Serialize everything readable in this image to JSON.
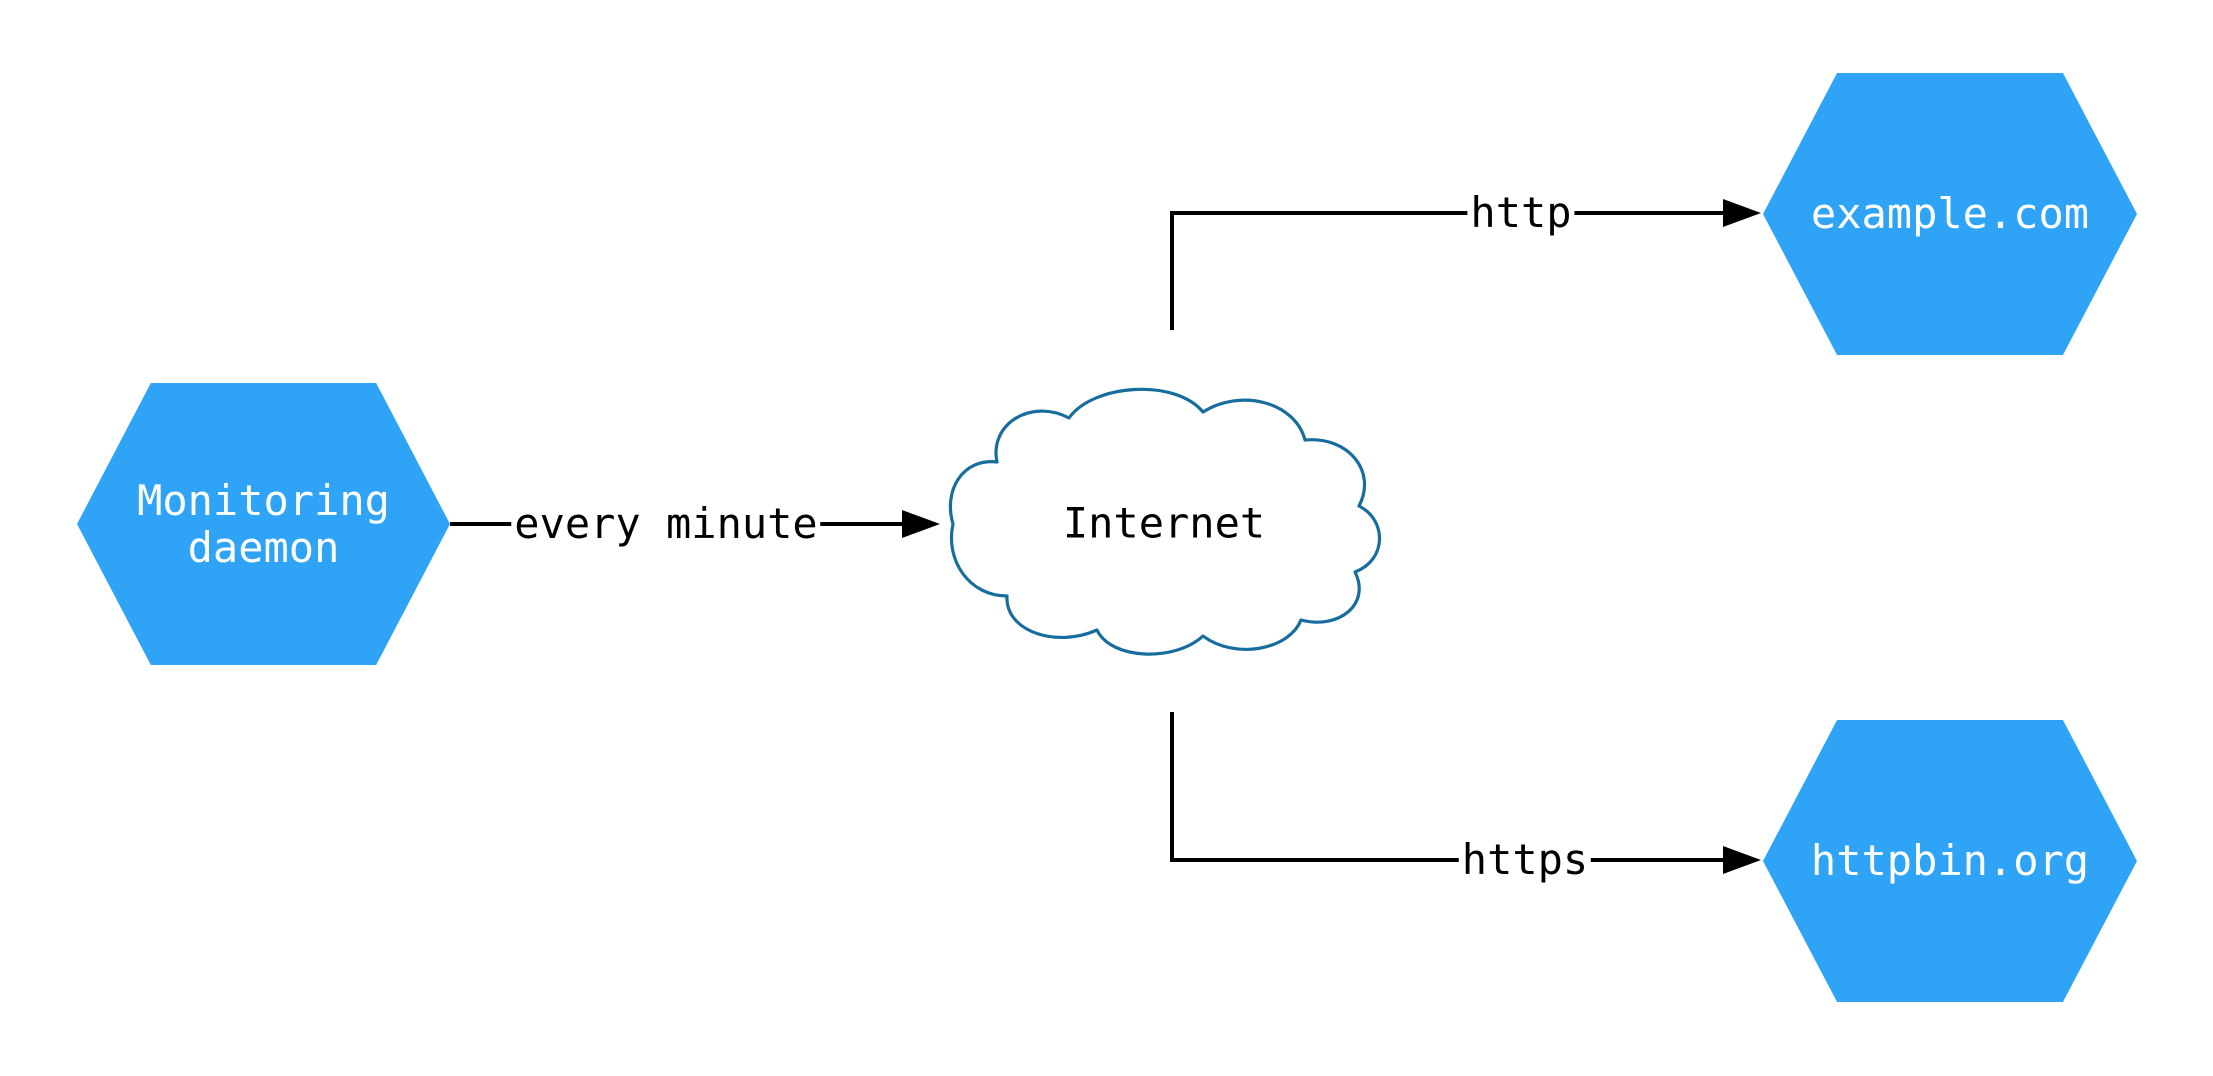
{
  "diagram": {
    "title": "monitoring network diagram",
    "nodes": {
      "monitoring": {
        "label": "Monitoring\ndaemon",
        "shape": "hexagon"
      },
      "internet": {
        "label": "Internet",
        "shape": "cloud"
      },
      "example": {
        "label": "example.com",
        "shape": "hexagon"
      },
      "httpbin": {
        "label": "httpbin.org",
        "shape": "hexagon"
      }
    },
    "edges": {
      "every_minute": {
        "label": "every minute",
        "from": "monitoring",
        "to": "internet"
      },
      "http": {
        "label": "http",
        "from": "internet",
        "to": "example"
      },
      "https": {
        "label": "https",
        "from": "internet",
        "to": "httpbin"
      }
    },
    "colors": {
      "node_fill": "#2FA4F7",
      "node_text": "#ffffff",
      "cloud_stroke": "#176E9E",
      "cloud_fill": "#ffffff",
      "edge": "#000000",
      "label_text": "#000000",
      "bg": "#ffffff"
    }
  }
}
